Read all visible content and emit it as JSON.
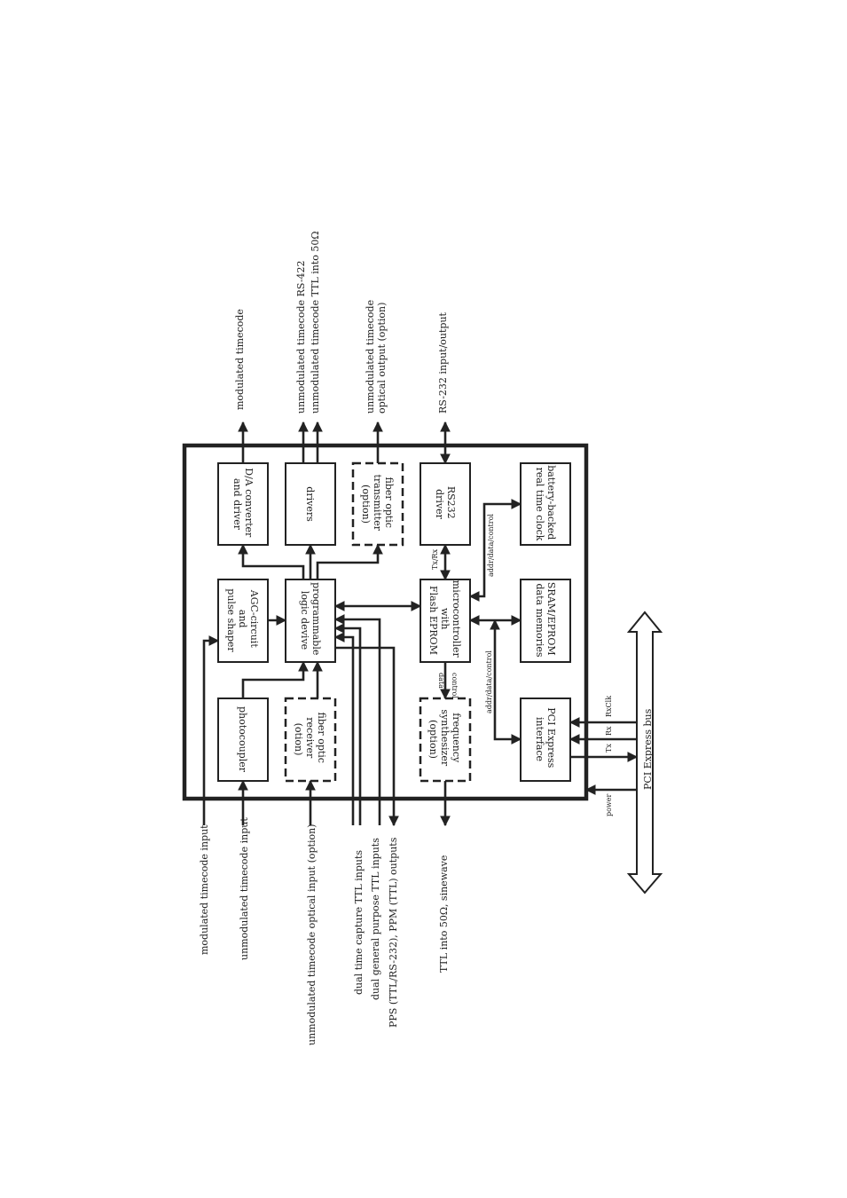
{
  "blocks": {
    "da_converter": [
      "D/A converter",
      "and driver"
    ],
    "drivers": [
      "drivers"
    ],
    "fiber_tx": [
      "fiber optic",
      "transmitter",
      "(option)"
    ],
    "rs232_driver": [
      "RS232",
      "driver"
    ],
    "rtc": [
      "battery-backed",
      "real time clock"
    ],
    "agc": [
      "AGC-circuit",
      "and",
      "pulse shaper"
    ],
    "logic": [
      "programmable",
      "logic devive"
    ],
    "micro": [
      "microcontroller",
      "with",
      "Flash EPROM"
    ],
    "memories": [
      "SRAM/EPROM",
      "data memories"
    ],
    "photocoupler": [
      "photocoupler"
    ],
    "fiber_rx": [
      "fiber optic",
      "receiver",
      "(otion)"
    ],
    "synth": [
      "frequency",
      "synthesizer",
      "(option)"
    ],
    "pci": [
      "PCI Express",
      "interface"
    ]
  },
  "signals_top": {
    "modulated": "modulated timecode",
    "rs422": "unmodulated timecode RS-422",
    "ttl50": "unmodulated timecode TTL into 50Ω",
    "optical_out": [
      "unmodulated timecode",
      "optical output (option)"
    ],
    "rs232_io": "RS-232 input/output"
  },
  "signals_bottom": {
    "mod_in": "modulated timecode input",
    "unmod_in": "unmodulated timecode input",
    "optical_in": "unmodulated timecode optical input (option)",
    "capture": "dual time capture TTL inputs",
    "gp_inputs": "dual general purpose TTL inputs",
    "pps": "PPS (TTL/RS-232),  PPM (TTL) outputs",
    "ttl_sine": "TTL into 50Ω, sinewave"
  },
  "bus_labels": {
    "txrx": "Tx/Rx",
    "data": "data",
    "control": "control",
    "addr1": "addr/data/control",
    "addr2": "addr/data/control",
    "tx": "Tx",
    "rx": "Rx",
    "rxclk": "RxClk",
    "power": "power",
    "pci_bus": "PCI Express bus"
  }
}
